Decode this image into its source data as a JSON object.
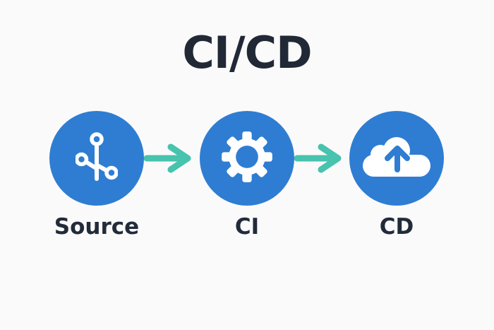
{
  "title": "CI/CD",
  "colors": {
    "background": "#fafafa",
    "node_blue": "#2e7dd3",
    "arrow_teal": "#47c3ae",
    "text_dark": "#222b3a",
    "icon_white": "#ffffff"
  },
  "nodes": [
    {
      "id": "source",
      "label": "Source",
      "icon": "git-branch-icon"
    },
    {
      "id": "ci",
      "label": "CI",
      "icon": "gear-icon"
    },
    {
      "id": "cd",
      "label": "CD",
      "icon": "cloud-upload-icon"
    }
  ],
  "arrows": [
    {
      "from": "source",
      "to": "ci",
      "direction": "right"
    },
    {
      "from": "ci",
      "to": "cd",
      "direction": "right"
    }
  ]
}
